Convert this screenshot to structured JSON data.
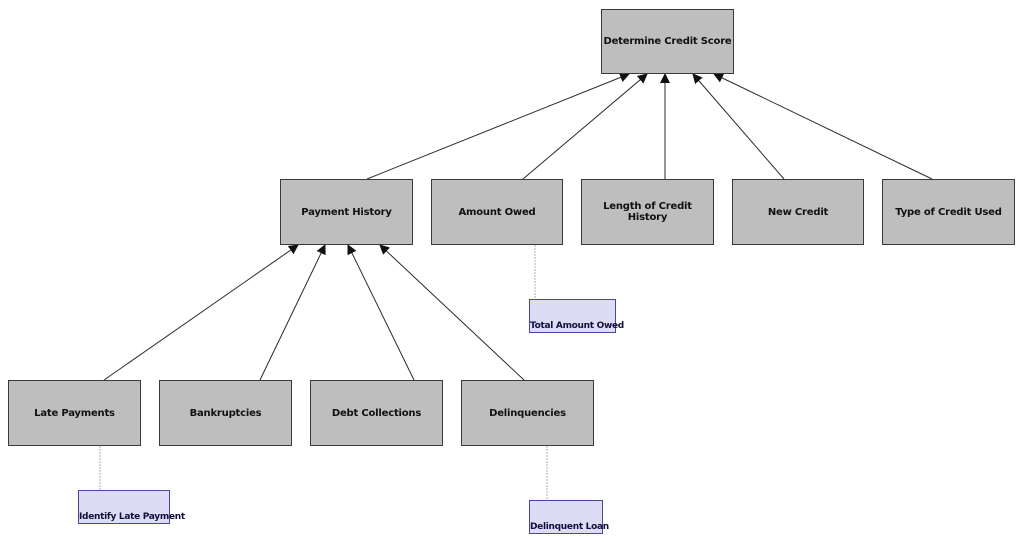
{
  "diagram": {
    "root": {
      "label": "Determine Credit Score"
    },
    "factors": [
      {
        "label": "Payment History"
      },
      {
        "label": "Amount Owed"
      },
      {
        "label": "Length of Credit History"
      },
      {
        "label": "New Credit"
      },
      {
        "label": "Type of Credit Used"
      }
    ],
    "payment_history_children": [
      {
        "label": "Late Payments"
      },
      {
        "label": "Bankruptcies"
      },
      {
        "label": "Debt Collections"
      },
      {
        "label": "Delinquencies"
      }
    ],
    "notes": {
      "total_amount_owed": "Total Amount Owed",
      "identify_late_payment": "Identify Late Payment",
      "delinquent_loan": "Delinquent Loan"
    },
    "colors": {
      "node_fill": "#bebebe",
      "node_border": "#3a3a3a",
      "note_fill": "#dcdcf6",
      "note_border": "#4848a0",
      "edge": "#2a2a2a",
      "note_link": "#b0b0b0"
    }
  }
}
